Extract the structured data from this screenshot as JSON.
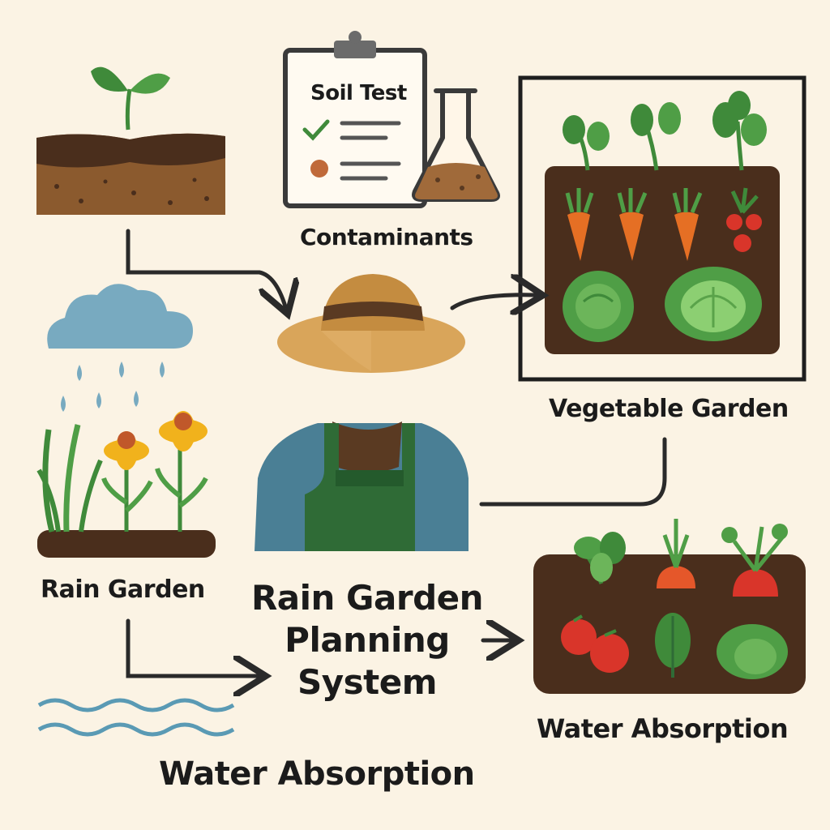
{
  "labels": {
    "soil_test": "Soil Test",
    "contaminants": "Contaminants",
    "vegetable_garden": "Vegetable Garden",
    "rain_garden": "Rain Garden",
    "system_title": "Rain Garden Planning System",
    "water_absorption_right": "Water Absorption",
    "water_absorption_bottom": "Water Absorption"
  },
  "icons": [
    "soil-layers-with-sprout-icon",
    "soil-test-clipboard-icon",
    "lab-flask-icon",
    "rain-cloud-icon",
    "gardener-sun-hat-icon",
    "gardener-with-apron-icon",
    "rain-garden-flowers-icon",
    "vegetable-garden-bed-icon",
    "harvest-bed-icon",
    "water-waves-icon"
  ],
  "colors": {
    "background": "#fbf3e4",
    "soil_dark": "#4a2e1c",
    "soil_light": "#8b5a2e",
    "leaf_green": "#3f8a3a",
    "rain_blue": "#78aac0",
    "apron_green": "#2f6b36",
    "shirt_blue": "#4a7f95",
    "hat_tan": "#d9a55a",
    "carrot_orange": "#e56f24",
    "flower_yellow": "#f1b21c",
    "arrow": "#2a2a2a"
  }
}
